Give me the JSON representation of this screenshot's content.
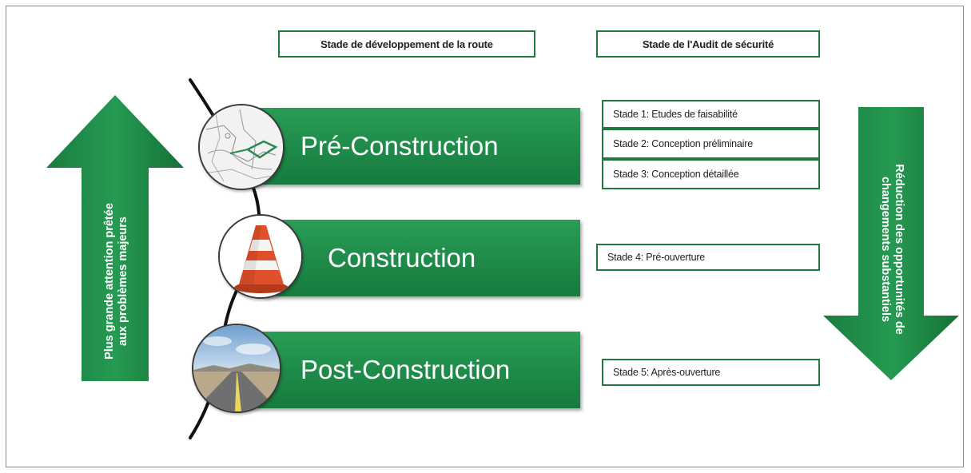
{
  "headers": {
    "road_stage": "Stade de développement de la route",
    "audit_stage": "Stade de l'Audit de sécurité"
  },
  "phases": {
    "pre": "Pré-Construction",
    "construction": "Construction",
    "post": "Post-Construction"
  },
  "stades": {
    "s1": "Stade 1: Etudes de faisabilité",
    "s2": "Stade 2: Conception préliminaire",
    "s3": "Stade 3: Conception détaillée",
    "s4": "Stade 4: Pré-ouverture",
    "s5": "Stade 5: Après-ouverture"
  },
  "left_arrow": {
    "line1": "Plus grande attention prêtée",
    "line2": "aux problèmes majeurs"
  },
  "right_arrow": {
    "line1": "Réduction des opportunités de",
    "line2": "changements substantiels"
  },
  "colors": {
    "green": "#1e8a49",
    "green_dark": "#146b36",
    "border_green": "#1e7a3e"
  },
  "icons": {
    "pre": "map-sketch-icon",
    "construction": "traffic-cone-icon",
    "post": "road-icon"
  }
}
